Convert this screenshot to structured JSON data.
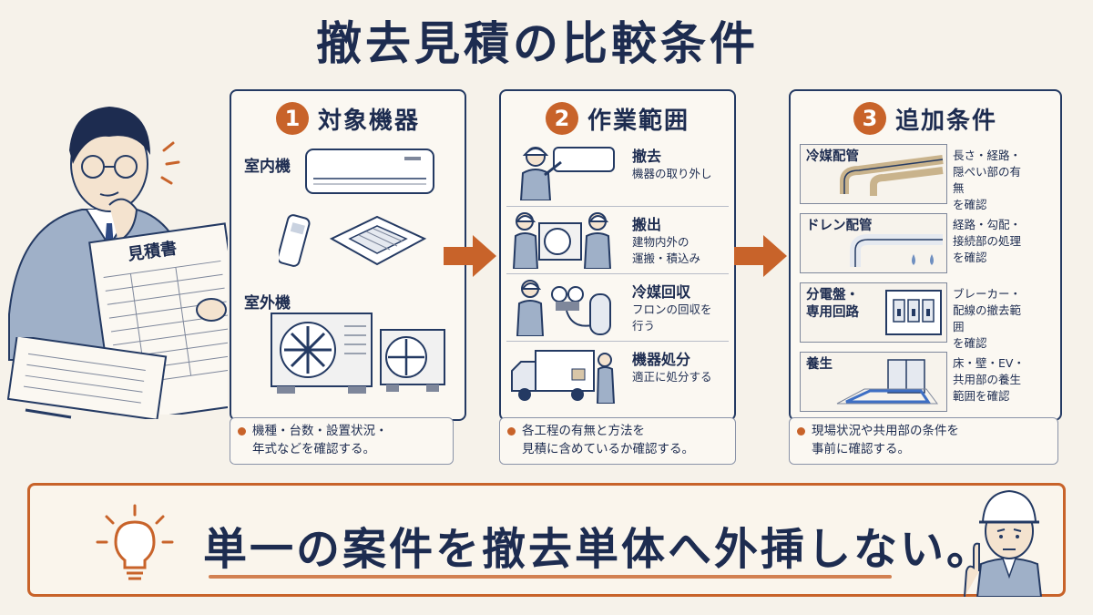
{
  "title": "撤去見積の比較条件",
  "person": {
    "sheet_title": "見積書"
  },
  "panels": [
    {
      "num": "1",
      "title": "対象機器",
      "labels": [
        "室内機",
        "室外機"
      ],
      "note_lines": [
        "機種・台数・設置状況・",
        "年式などを確認する。"
      ]
    },
    {
      "num": "2",
      "title": "作業範囲",
      "rows": [
        {
          "title": "撤去",
          "desc": [
            "機器の取り外し"
          ]
        },
        {
          "title": "搬出",
          "desc": [
            "建物内外の",
            "運搬・積込み"
          ]
        },
        {
          "title": "冷媒回収",
          "desc": [
            "フロンの回収を",
            "行う"
          ]
        },
        {
          "title": "機器処分",
          "desc": [
            "適正に処分する"
          ]
        }
      ],
      "note_lines": [
        "各工程の有無と方法を",
        "見積に含めているか確認する。"
      ]
    },
    {
      "num": "3",
      "title": "追加条件",
      "rows": [
        {
          "title": [
            "冷媒配管"
          ],
          "desc": [
            "長さ・経路・",
            "隠ぺい部の有無",
            "を確認"
          ]
        },
        {
          "title": [
            "ドレン配管"
          ],
          "desc": [
            "経路・勾配・",
            "接続部の処理",
            "を確認"
          ]
        },
        {
          "title": [
            "分電盤・",
            "専用回路"
          ],
          "desc": [
            "ブレーカー・",
            "配線の撤去範囲",
            "を確認"
          ]
        },
        {
          "title": [
            "養生"
          ],
          "desc": [
            "床・壁・EV・",
            "共用部の養生",
            "範囲を確認"
          ]
        }
      ],
      "note_lines": [
        "現場状況や共用部の条件を",
        "事前に確認する。"
      ]
    }
  ],
  "banner": {
    "text": "単一の案件を撤去単体へ外挿しない。"
  },
  "colors": {
    "accent": "#c8632a",
    "navy": "#1d2c50",
    "background": "#f6f2ea"
  }
}
